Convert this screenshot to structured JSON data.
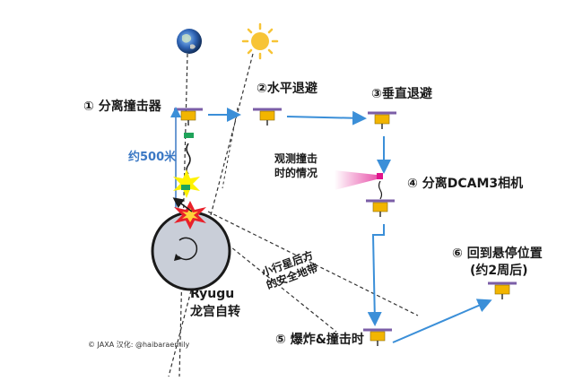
{
  "labels": {
    "step1": "① 分离撞击器",
    "step2": "②水平退避",
    "step3": "③垂直退避",
    "step4": "④ 分离DCAM3相机",
    "step5": "⑤ 爆炸&撞击时",
    "step6_line1": "⑥ 回到悬停位置",
    "step6_line2": "(约2周后)",
    "distance": "约500米",
    "observe_line1": "观测撞击",
    "observe_line2": "时的情况",
    "safe_zone_line1": "小行星后方",
    "safe_zone_line2": "的安全地带",
    "asteroid_name": "Ryugu",
    "rotation": "龙宫自转",
    "credit": "© JAXA  汉化: @haibaraemily"
  },
  "colors": {
    "arrow": "#3b8fd8",
    "spacecraft_body": "#f2b500",
    "solar_panel": "#7b5ea7",
    "asteroid_fill": "#c9ced8",
    "impactor": "#1fa35a",
    "camera": "#e0148c",
    "explosion": "#e8202a"
  },
  "icons": [
    "earth-icon",
    "sun-icon",
    "spacecraft-icon",
    "explosion-icon",
    "rotation-arrow-icon"
  ]
}
